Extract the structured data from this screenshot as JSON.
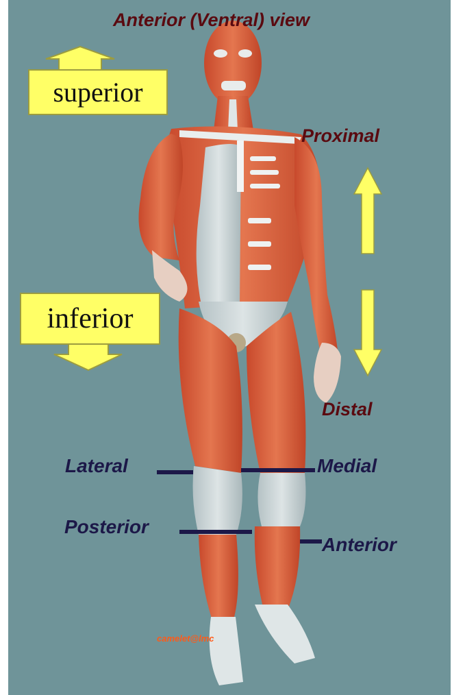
{
  "title": "Anterior (Ventral) view",
  "directions": {
    "superior": "superior",
    "inferior": "inferior",
    "proximal": "Proximal",
    "distal": "Distal"
  },
  "callouts": {
    "lateral": "Lateral",
    "medial": "Medial",
    "posterior": "Posterior",
    "anterior": "Anterior"
  },
  "credit": "camelet@lmc",
  "colors": {
    "background": "#6f9499",
    "muscle": "#d9603e",
    "tendon": "#c9d3d5",
    "arrow_fill": "#ffff66",
    "title_text": "#5a0a10",
    "callout_text": "#1c1848",
    "credit_text": "#ff5a18"
  }
}
